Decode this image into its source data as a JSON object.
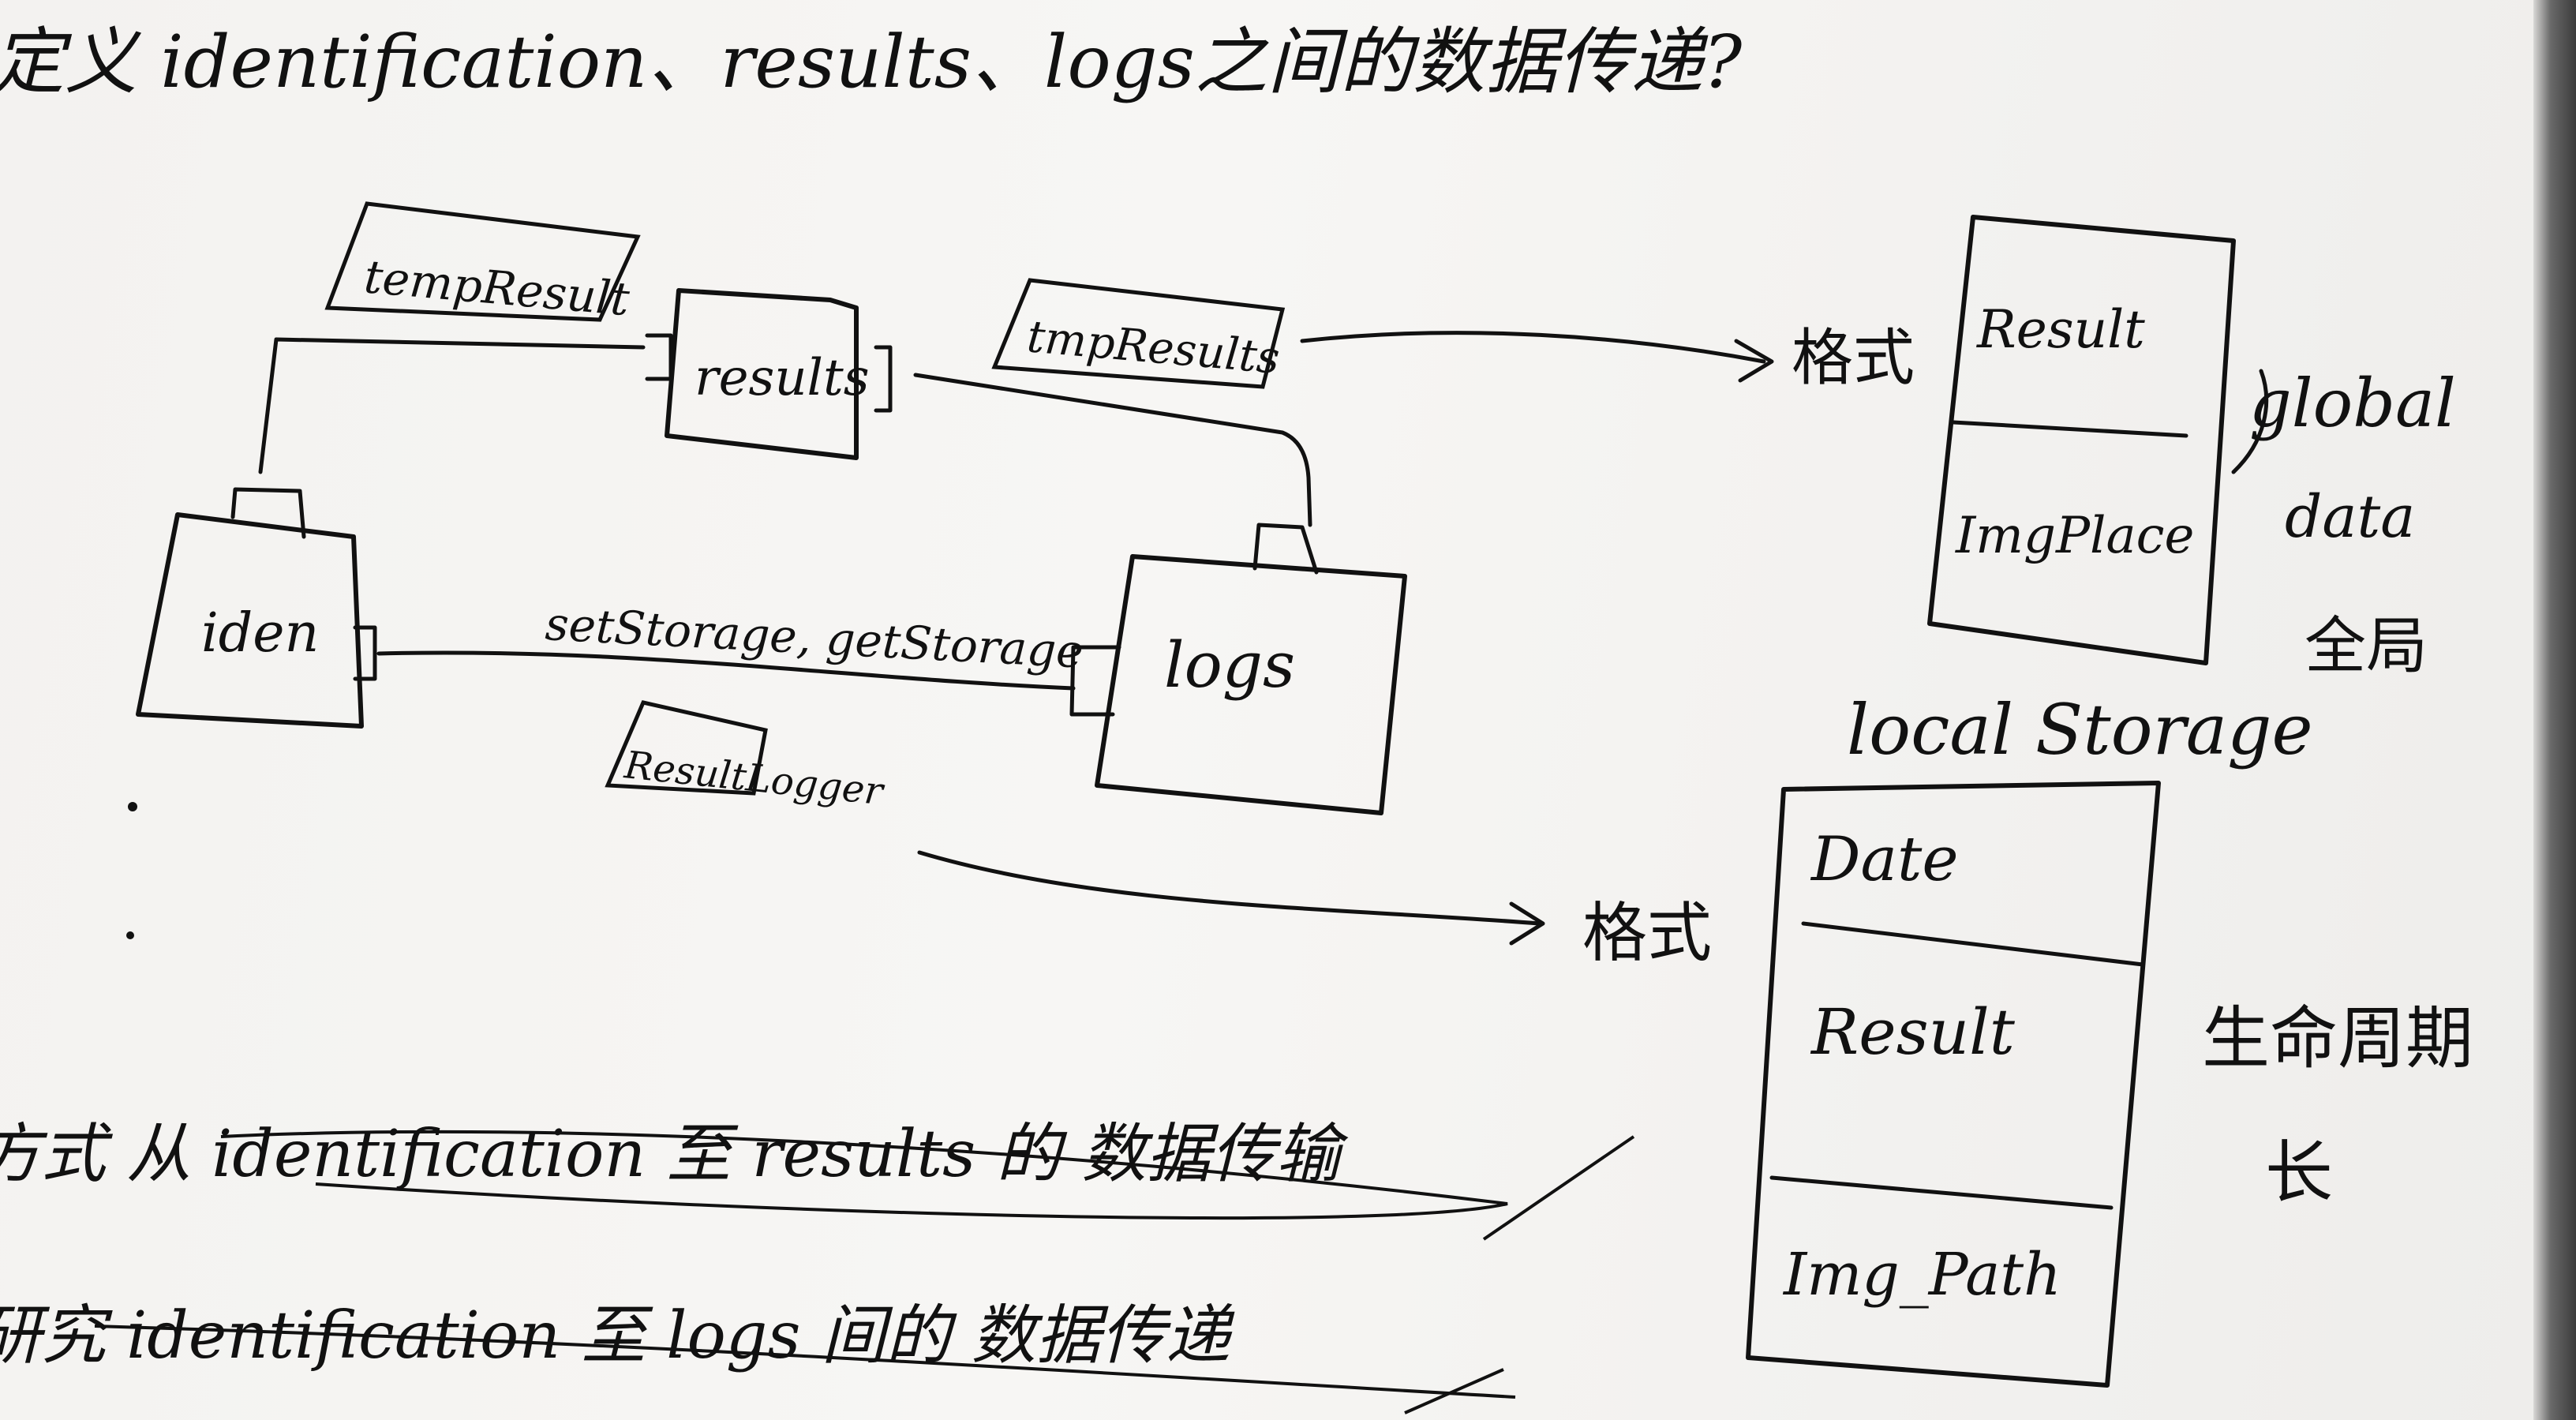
{
  "title": "定义 identification、results、logs之间的数据传递?",
  "nodes": {
    "iden": "iden",
    "results": "results",
    "logs": "logs"
  },
  "edge_labels": {
    "iden_to_results": "tempResult",
    "results_to_logs": "tmpResults",
    "iden_to_logs_methods": "setStorage, getStorage",
    "iden_to_logs_tag": "ResultLogger"
  },
  "format_label": "格式",
  "global_data": {
    "heading_lines": [
      "global",
      "data",
      "全局"
    ],
    "rows": [
      "Result",
      "ImgPlace"
    ]
  },
  "local_storage": {
    "heading": "local Storage",
    "rows": [
      "Date",
      "Result",
      "Img_Path"
    ],
    "side_note": [
      "生命周期",
      "长"
    ]
  },
  "struck_lines": [
    "方式 从 identification 至 results 的 数据传输",
    "研究 identification 至 logs 间的 数据传递"
  ]
}
